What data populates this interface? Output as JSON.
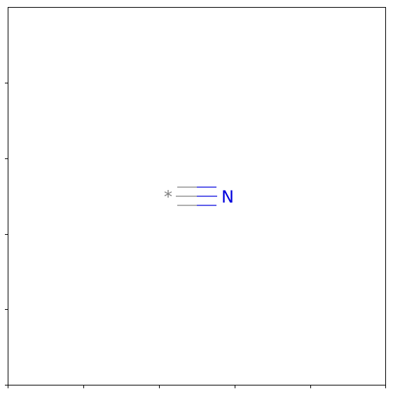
{
  "molecule": {
    "atoms": [
      {
        "symbol": "*",
        "color": "#808080"
      },
      {
        "symbol": "N",
        "color": "#0000dd"
      }
    ],
    "bond": {
      "order": 3,
      "from": "*",
      "to": "N"
    }
  },
  "colors": {
    "frame": "#000000",
    "background": "#ffffff",
    "wildcard_atom": "#808080",
    "nitrogen_atom": "#0000dd"
  }
}
